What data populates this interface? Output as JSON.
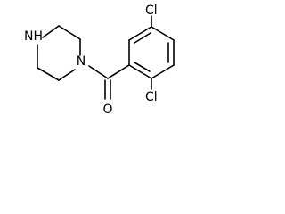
{
  "molecule": {
    "atoms": {
      "nh": "NH",
      "n": "N",
      "cl_top": "Cl",
      "cl_bottom": "Cl",
      "o": "O"
    }
  }
}
